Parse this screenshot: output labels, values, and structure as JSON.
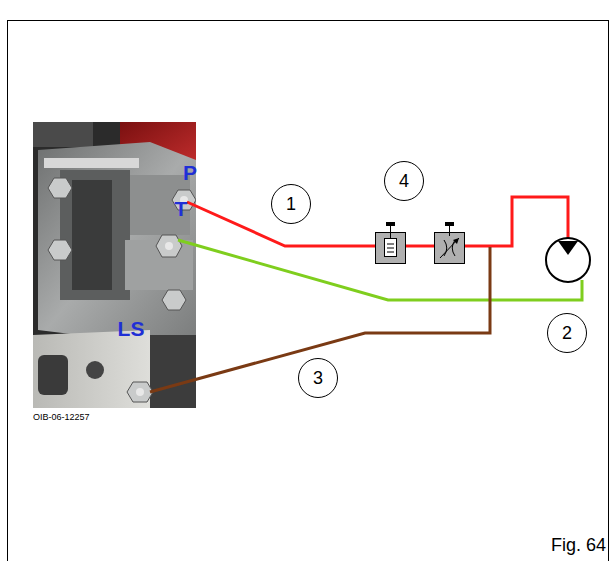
{
  "diagram": {
    "nodes": [
      {
        "text": [
          "4"
        ]
      },
      {
        "text": [
          "1"
        ]
      },
      {
        "text": [
          "2"
        ]
      },
      {
        "text": [
          "3"
        ]
      }
    ],
    "labels": [
      "P",
      "T",
      "LS",
      "OIB-06-12257",
      "Fig. 64"
    ]
  }
}
